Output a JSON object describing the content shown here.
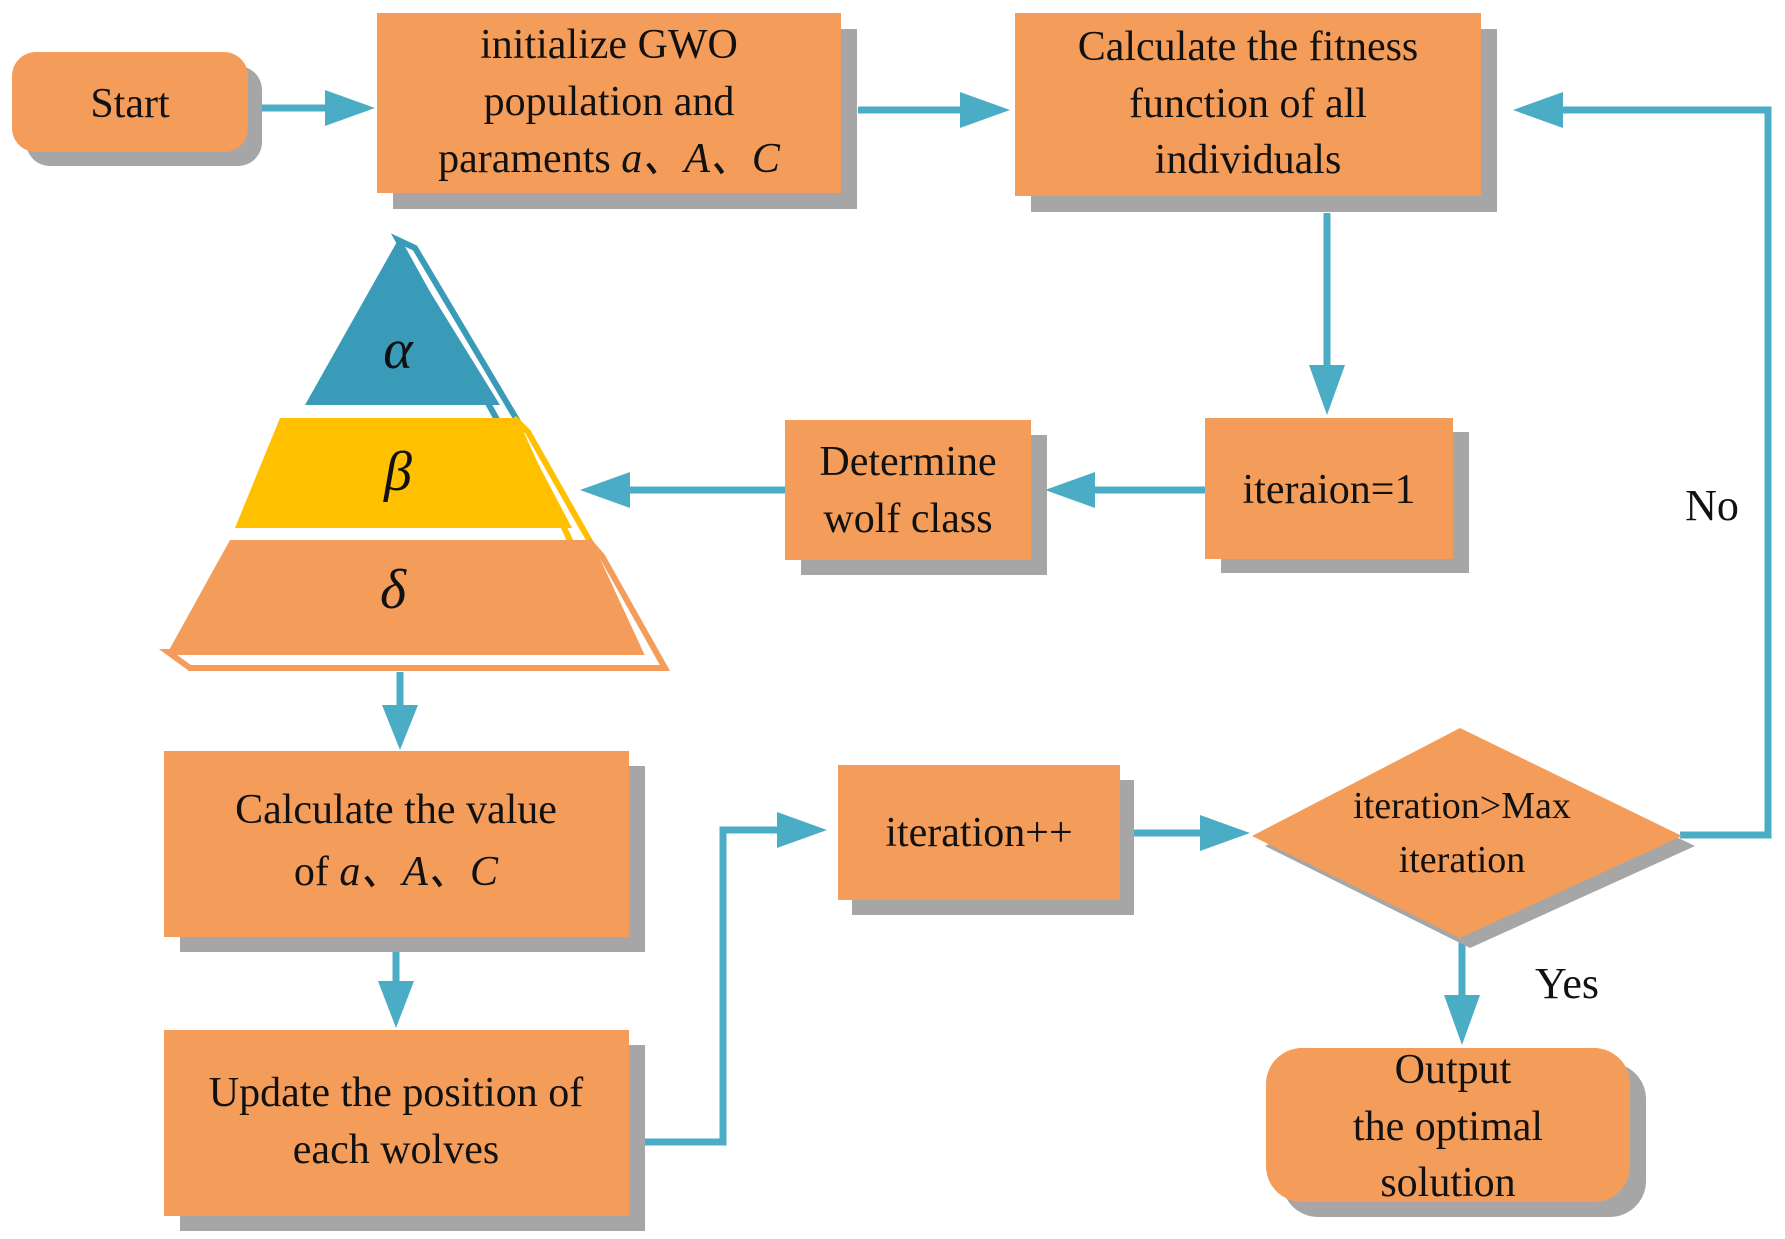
{
  "colors": {
    "box_fill": "#F49D5B",
    "shadow": "#A6A6A6",
    "arrow": "#4BACC6",
    "alpha_fill": "#3A9BB8",
    "beta_fill": "#FFC000",
    "delta_fill": "#F49D5B",
    "text": "#111111"
  },
  "nodes": {
    "start": {
      "label": "Start"
    },
    "init": {
      "line1": "initialize GWO",
      "line2": "population and",
      "line3_prefix": "paraments ",
      "line3_math": "a、A、C"
    },
    "fitness": {
      "line1": "Calculate the fitness",
      "line2": "function of all",
      "line3": "individuals"
    },
    "iteration_init": {
      "label": "iteraion=1"
    },
    "wolf_class": {
      "line1": "Determine",
      "line2": "wolf class"
    },
    "hierarchy": {
      "alpha": "α",
      "beta": "β",
      "delta": "δ"
    },
    "calc_value": {
      "line1": "Calculate the value",
      "line2_prefix": "of ",
      "line2_math": "a、A、C"
    },
    "update": {
      "line1": "Update the position of",
      "line2": "each wolves"
    },
    "increment": {
      "label": "iteration++"
    },
    "decision": {
      "line1": "iteration>Max",
      "line2": "iteration"
    },
    "output": {
      "line1": "Output",
      "line2": "the optimal",
      "line3": "solution"
    }
  },
  "branch_labels": {
    "no": "No",
    "yes": "Yes"
  }
}
